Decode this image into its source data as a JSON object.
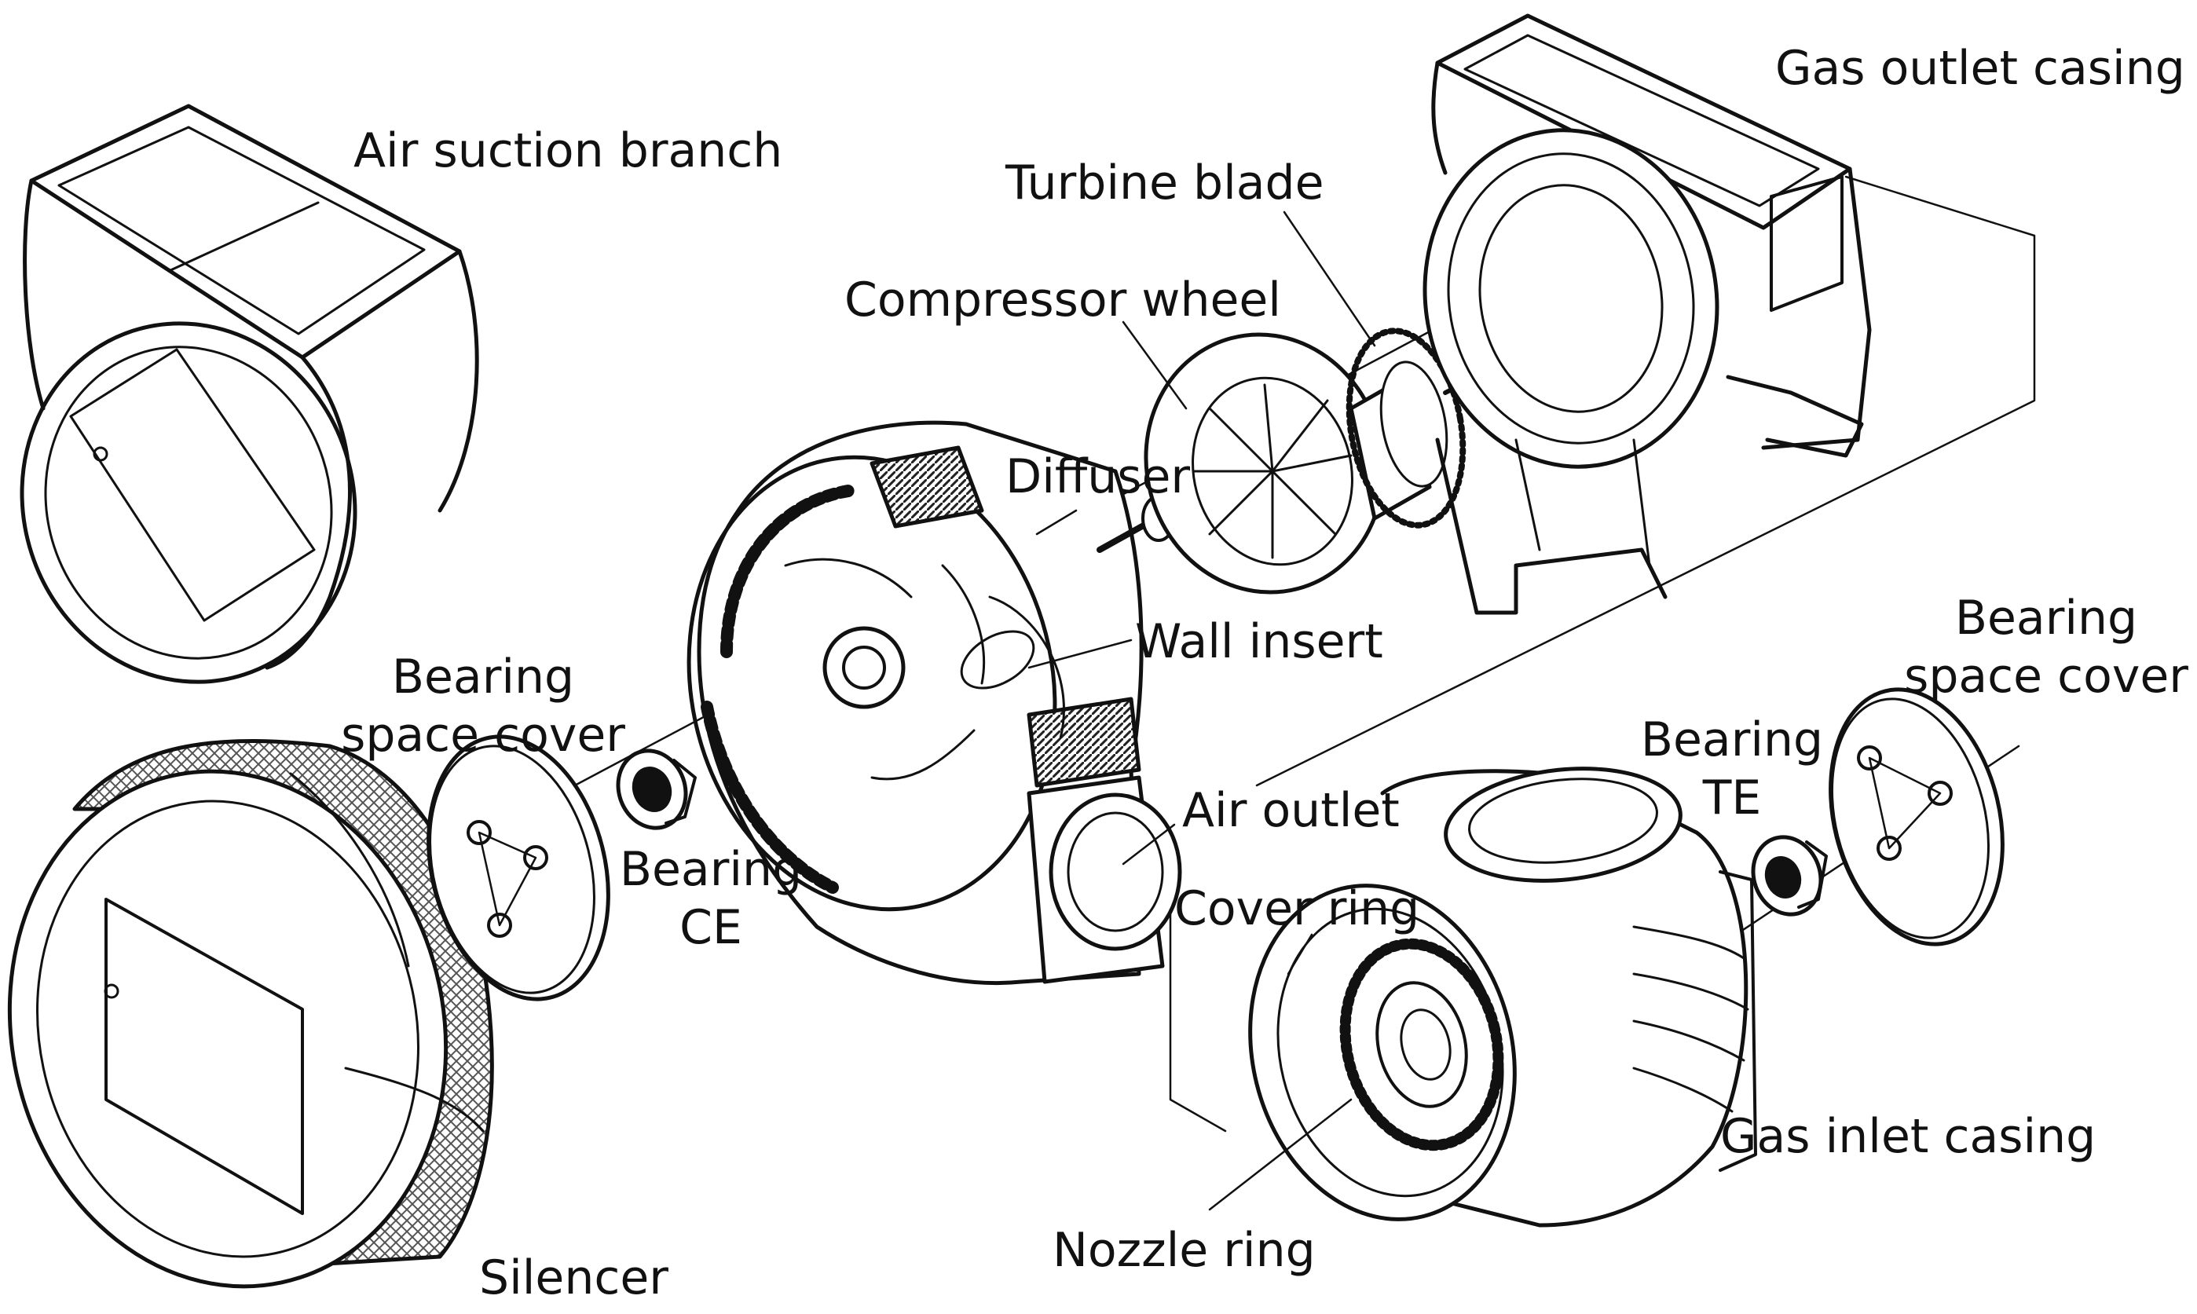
{
  "labels": {
    "air_suction_branch": "Air suction branch",
    "gas_outlet_casing": "Gas outlet casing",
    "turbine_blade": "Turbine blade",
    "compressor_wheel": "Compressor wheel",
    "diffuser": "Diffuser",
    "wall_insert": "Wall insert",
    "bearing_space_cover_ce_line1": "Bearing",
    "bearing_space_cover_ce_line2": "space cover",
    "bearing_ce_line1": "Bearing",
    "bearing_ce_line2": "CE",
    "air_outlet": "Air outlet",
    "cover_ring": "Cover ring",
    "bearing_te_line1": "Bearing",
    "bearing_te_line2": "TE",
    "bearing_space_cover_te_line1": "Bearing",
    "bearing_space_cover_te_line2": "space cover",
    "gas_inlet_casing": "Gas inlet casing",
    "nozzle_ring": "Nozzle ring",
    "silencer": "Silencer"
  },
  "colors": {
    "ink": "#111111",
    "hatch": "#555555",
    "background": "#ffffff"
  }
}
